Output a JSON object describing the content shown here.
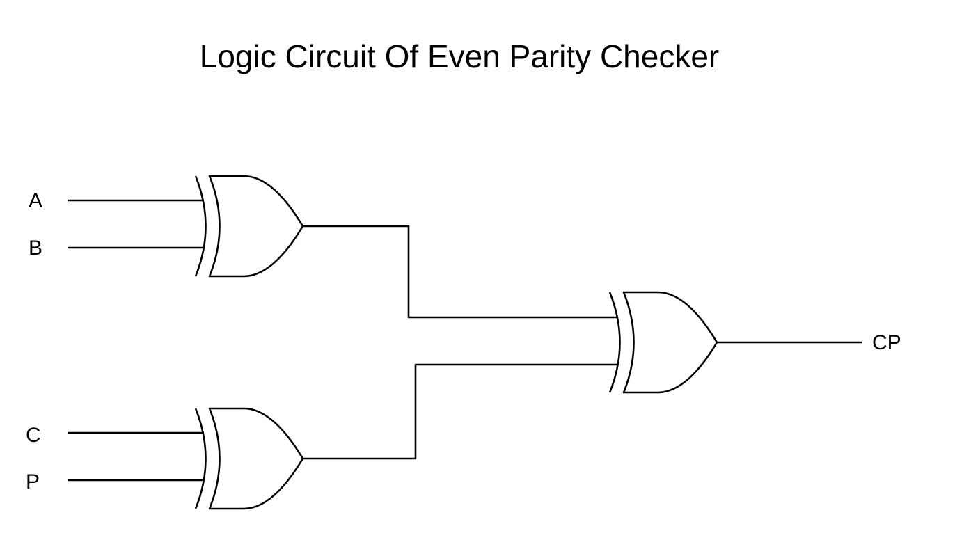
{
  "title": "Logic Circuit Of Even Parity Checker",
  "diagram": {
    "inputs": [
      "A",
      "B",
      "C",
      "P"
    ],
    "output": "CP",
    "gates": [
      {
        "type": "XOR",
        "inputs": [
          "A",
          "B"
        ]
      },
      {
        "type": "XOR",
        "inputs": [
          "C",
          "P"
        ]
      },
      {
        "type": "XOR",
        "inputs": [
          "A XOR B",
          "C XOR P"
        ],
        "output": "CP"
      }
    ]
  },
  "colors": {
    "background": "#ffffff",
    "stroke": "#000000"
  }
}
